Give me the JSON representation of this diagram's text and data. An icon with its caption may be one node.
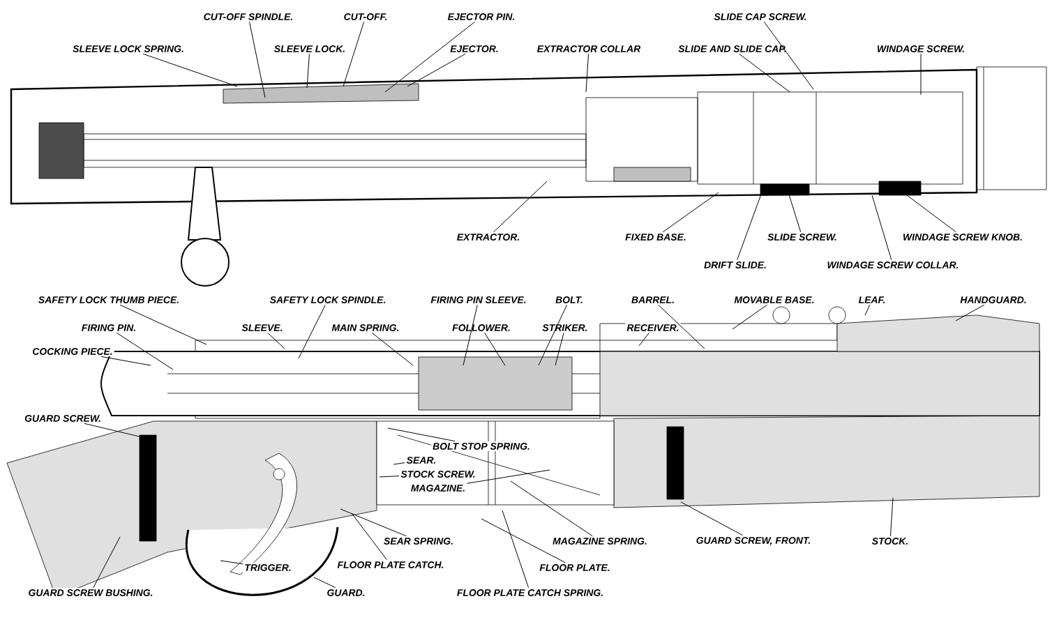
{
  "diagram": {
    "nodes": [
      {
        "text": [
          "CUT-OFF SPINDLE."
        ]
      },
      {
        "text": [
          "CUT-OFF."
        ]
      },
      {
        "text": [
          "EJECTOR PIN."
        ]
      },
      {
        "text": [
          "SLIDE CAP SCREW."
        ]
      },
      {
        "text": [
          "SLEEVE LOCK SPRING."
        ]
      },
      {
        "text": [
          "SLEEVE LOCK."
        ]
      },
      {
        "text": [
          "EJECTOR."
        ]
      },
      {
        "text": [
          "EXTRACTOR COLLAR"
        ]
      },
      {
        "text": [
          "SLIDE AND SLIDE CAP."
        ]
      },
      {
        "text": [
          "WINDAGE SCREW."
        ]
      },
      {
        "text": [
          "EXTRACTOR."
        ]
      },
      {
        "text": [
          "FIXED BASE."
        ]
      },
      {
        "text": [
          "SLIDE SCREW."
        ]
      },
      {
        "text": [
          "WINDAGE SCREW KNOB."
        ]
      },
      {
        "text": [
          "DRIFT SLIDE."
        ]
      },
      {
        "text": [
          "WINDAGE SCREW COLLAR."
        ]
      },
      {
        "text": [
          "SAFETY LOCK THUMB PIECE."
        ]
      },
      {
        "text": [
          "SAFETY LOCK SPINDLE."
        ]
      },
      {
        "text": [
          "FIRING PIN SLEEVE."
        ]
      },
      {
        "text": [
          "BOLT."
        ]
      },
      {
        "text": [
          "BARREL."
        ]
      },
      {
        "text": [
          "MOVABLE BASE."
        ]
      },
      {
        "text": [
          "LEAF."
        ]
      },
      {
        "text": [
          "HANDGUARD."
        ]
      },
      {
        "text": [
          "FIRING PIN."
        ]
      },
      {
        "text": [
          "SLEEVE."
        ]
      },
      {
        "text": [
          "MAIN SPRING."
        ]
      },
      {
        "text": [
          "FOLLOWER."
        ]
      },
      {
        "text": [
          "STRIKER."
        ]
      },
      {
        "text": [
          "RECEIVER."
        ]
      },
      {
        "text": [
          "COCKING PIECE."
        ]
      },
      {
        "text": [
          "GUARD SCREW."
        ]
      },
      {
        "text": [
          "BOLT STOP SPRING."
        ]
      },
      {
        "text": [
          "SEAR."
        ]
      },
      {
        "text": [
          "STOCK SCREW."
        ]
      },
      {
        "text": [
          "MAGAZINE."
        ]
      },
      {
        "text": [
          "SEAR SPRING."
        ]
      },
      {
        "text": [
          "MAGAZINE SPRING."
        ]
      },
      {
        "text": [
          "GUARD SCREW, FRONT."
        ]
      },
      {
        "text": [
          "STOCK."
        ]
      },
      {
        "text": [
          "TRIGGER."
        ]
      },
      {
        "text": [
          "FLOOR PLATE CATCH."
        ]
      },
      {
        "text": [
          "FLOOR PLATE."
        ]
      },
      {
        "text": [
          "GUARD SCREW BUSHING."
        ]
      },
      {
        "text": [
          "GUARD."
        ]
      },
      {
        "text": [
          "FLOOR PLATE CATCH SPRING."
        ]
      }
    ],
    "edges": [
      {
        "from": 0,
        "to": null,
        "arrow": "none"
      },
      {
        "from": 1,
        "to": null,
        "arrow": "none"
      },
      {
        "from": 2,
        "to": null,
        "arrow": "none"
      },
      {
        "from": 3,
        "to": null,
        "arrow": "none"
      },
      {
        "from": 4,
        "to": null,
        "arrow": "none"
      },
      {
        "from": 5,
        "to": null,
        "arrow": "none"
      },
      {
        "from": 6,
        "to": null,
        "arrow": "none"
      },
      {
        "from": 7,
        "to": null,
        "arrow": "none"
      },
      {
        "from": 8,
        "to": null,
        "arrow": "none"
      },
      {
        "from": 9,
        "to": null,
        "arrow": "none"
      },
      {
        "from": 10,
        "to": null,
        "arrow": "none"
      },
      {
        "from": 11,
        "to": null,
        "arrow": "none"
      },
      {
        "from": 12,
        "to": null,
        "arrow": "none"
      },
      {
        "from": 13,
        "to": null,
        "arrow": "none"
      },
      {
        "from": 14,
        "to": null,
        "arrow": "none"
      },
      {
        "from": 15,
        "to": null,
        "arrow": "none"
      },
      {
        "from": 16,
        "to": null,
        "arrow": "none"
      },
      {
        "from": 17,
        "to": null,
        "arrow": "none"
      },
      {
        "from": 18,
        "to": null,
        "arrow": "none"
      },
      {
        "from": 19,
        "to": null,
        "arrow": "none"
      },
      {
        "from": 20,
        "to": null,
        "arrow": "none"
      },
      {
        "from": 21,
        "to": null,
        "arrow": "none"
      },
      {
        "from": 22,
        "to": null,
        "arrow": "none"
      },
      {
        "from": 23,
        "to": null,
        "arrow": "none"
      },
      {
        "from": 24,
        "to": null,
        "arrow": "none"
      },
      {
        "from": 25,
        "to": null,
        "arrow": "none"
      },
      {
        "from": 26,
        "to": null,
        "arrow": "none"
      },
      {
        "from": 27,
        "to": null,
        "arrow": "none"
      },
      {
        "from": 28,
        "to": null,
        "arrow": "none"
      },
      {
        "from": 29,
        "to": null,
        "arrow": "none"
      },
      {
        "from": 30,
        "to": null,
        "arrow": "none"
      },
      {
        "from": 31,
        "to": null,
        "arrow": "none"
      },
      {
        "from": 32,
        "to": null,
        "arrow": "none"
      },
      {
        "from": 33,
        "to": null,
        "arrow": "none"
      },
      {
        "from": 34,
        "to": null,
        "arrow": "none"
      },
      {
        "from": 35,
        "to": null,
        "arrow": "none"
      },
      {
        "from": 36,
        "to": null,
        "arrow": "none"
      },
      {
        "from": 37,
        "to": null,
        "arrow": "none"
      },
      {
        "from": 38,
        "to": null,
        "arrow": "none"
      },
      {
        "from": 39,
        "to": null,
        "arrow": "none"
      },
      {
        "from": 40,
        "to": null,
        "arrow": "none"
      },
      {
        "from": 41,
        "to": null,
        "arrow": "none"
      },
      {
        "from": 42,
        "to": null,
        "arrow": "none"
      },
      {
        "from": 43,
        "to": null,
        "arrow": "none"
      },
      {
        "from": 44,
        "to": null,
        "arrow": "none"
      },
      {
        "from": 45,
        "to": null,
        "arrow": "none"
      }
    ]
  }
}
